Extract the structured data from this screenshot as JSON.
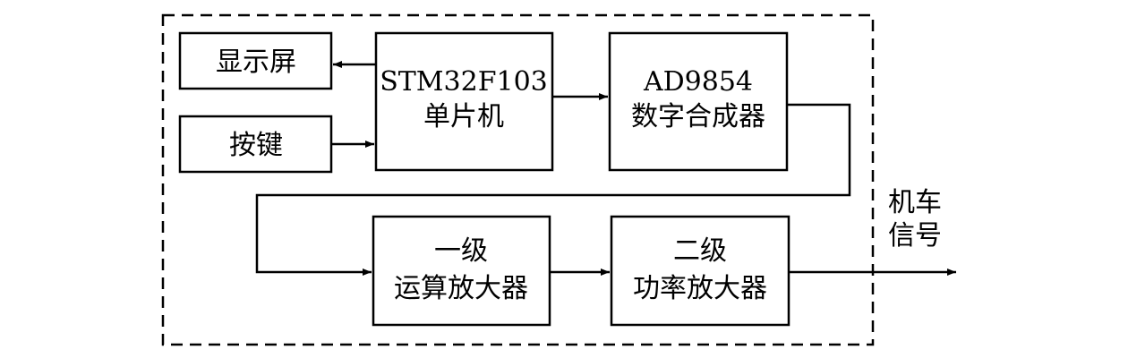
{
  "blocks": {
    "display": {
      "line1": "显示屏"
    },
    "keys": {
      "line1": "按键"
    },
    "mcu": {
      "line1": "STM32F103",
      "line2": "单片机"
    },
    "dds": {
      "line1": "AD9854",
      "line2": "数字合成器"
    },
    "opamp": {
      "line1": "一级",
      "line2": "运算放大器"
    },
    "power": {
      "line1": "二级",
      "line2": "功率放大器"
    }
  },
  "output": {
    "line1": "机车",
    "line2": "信号"
  }
}
